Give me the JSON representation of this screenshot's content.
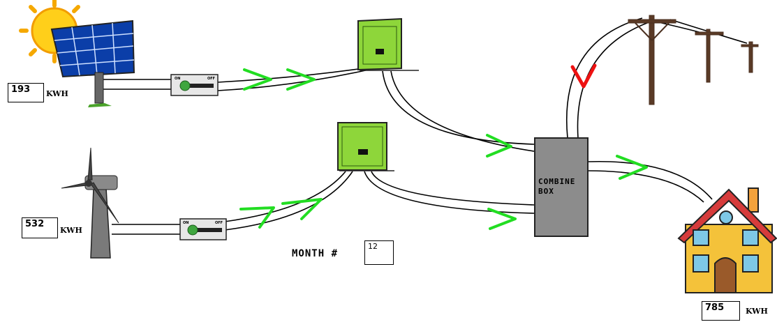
{
  "solar": {
    "value": "193",
    "unit": "KWH"
  },
  "wind": {
    "value": "532",
    "unit": "KWH"
  },
  "house": {
    "value": "785",
    "unit": "KWH"
  },
  "month": {
    "label": "MONTH #",
    "value": "12"
  },
  "combine_box": {
    "line1": "COMBINE",
    "line2": "BOX"
  },
  "switch_labels": {
    "on": "ON",
    "off": "OFF"
  },
  "colors": {
    "arrow": "#22dd22",
    "grid_mark": "#ee1111",
    "inverter": "#8ed63a",
    "combine_box": "#8c8c8c",
    "wire": "#000000"
  },
  "icons": [
    "sun-icon",
    "solar-panel-icon",
    "wind-turbine-icon",
    "inverter-icon",
    "toggle-switch-icon",
    "combine-box-icon",
    "power-pole-icon",
    "house-icon",
    "flow-arrow-icon",
    "check-mark-icon"
  ]
}
